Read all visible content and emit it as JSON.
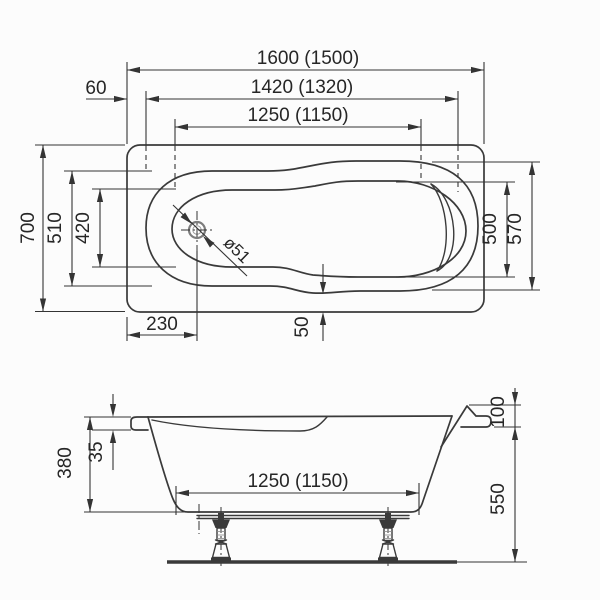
{
  "top_view": {
    "dim_overall_length": "1600 (1500)",
    "dim_rim_length": "1420 (1320)",
    "dim_basin_length": "1250 (1150)",
    "dim_end_offset": "60",
    "dim_overall_width": "700",
    "dim_rim_width_left": "510",
    "dim_basin_width_left": "420",
    "dim_basin_width_right": "500",
    "dim_rim_width_right": "570",
    "dim_drain_offset": "230",
    "dim_edge_gap": "50",
    "dim_drain_diameter": "ø51"
  },
  "side_view": {
    "dim_depth": "380",
    "dim_rim_thickness": "35",
    "dim_bottom_length": "1250 (1150)",
    "dim_rim_to_overflow": "100",
    "dim_height_to_floor": "550"
  },
  "colors": {
    "line": "#3a3a3a",
    "dim": "#343434",
    "background": "#fcfcfc",
    "drain": "#7d7d7d"
  }
}
